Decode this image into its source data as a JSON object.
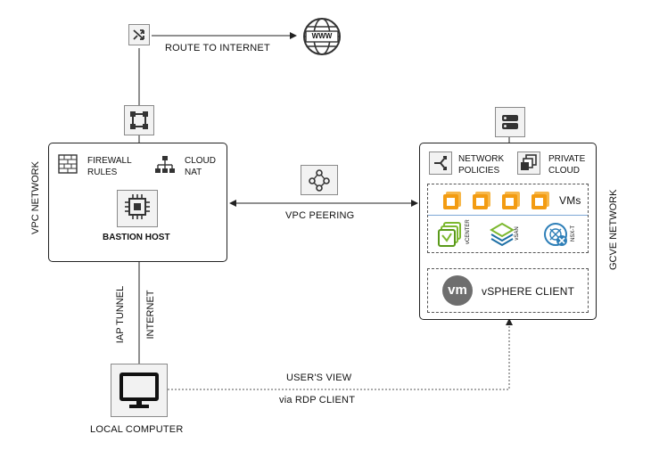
{
  "labels": {
    "route_to_internet": "ROUTE TO INTERNET",
    "vpc_network": "VPC NETWORK",
    "gcve_network": "GCVE NETWORK",
    "firewall_rules": [
      "FIREWALL",
      "RULES"
    ],
    "cloud_nat": [
      "CLOUD",
      "NAT"
    ],
    "bastion_host": "BASTION HOST",
    "vpc_peering": "VPC PEERING",
    "network_policies": [
      "NETWORK",
      "POLICIES"
    ],
    "private_cloud": [
      "PRIVATE",
      "CLOUD"
    ],
    "vms": "VMs",
    "vcenter": "vCENTER",
    "vsan": "vSAN",
    "nsx_t": "NSX-T",
    "vsphere_client": "vSPHERE CLIENT",
    "vm_logo": "vm",
    "iap_tunnel": "IAP TUNNEL",
    "internet": "INTERNET",
    "users_view": "USER'S VIEW",
    "via_rdp_client": "via RDP CLIENT",
    "local_computer": "LOCAL COMPUTER",
    "www": "WWW"
  },
  "colors": {
    "vm_orange": "#f5a623",
    "vm_blue": "#1d6fa5",
    "vcenter_green": "#7cb82f",
    "nsx_blue": "#2e7fb8",
    "arrow_blue": "#3d74b8"
  }
}
